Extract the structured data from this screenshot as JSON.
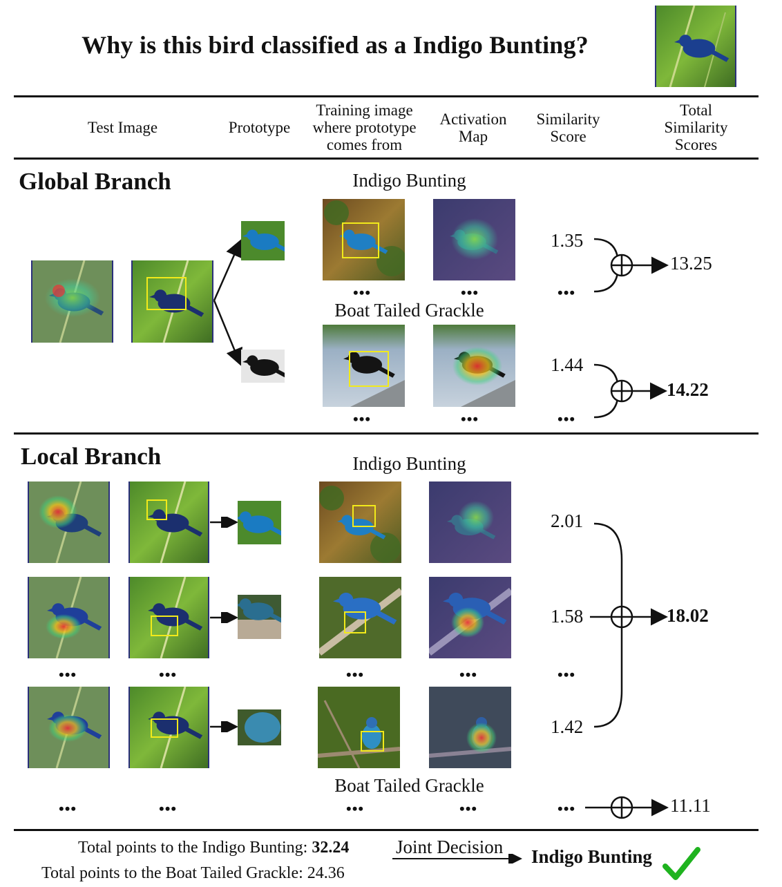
{
  "title": "Why is this bird classified as a Indigo Bunting?",
  "headers": {
    "test_image": "Test Image",
    "prototype": "Prototype",
    "training_image": [
      "Training image",
      "where prototype",
      "comes from"
    ],
    "activation_map": [
      "Activation",
      "Map"
    ],
    "similarity_score": [
      "Similarity",
      "Score"
    ],
    "total_scores": [
      "Total",
      "Similarity",
      "Scores"
    ]
  },
  "global_branch": {
    "label": "Global Branch",
    "classes": [
      {
        "name": "Indigo Bunting",
        "score": "1.35",
        "total": "13.25",
        "total_bold": false
      },
      {
        "name": "Boat Tailed Grackle",
        "score": "1.44",
        "total": "14.22",
        "total_bold": true
      }
    ]
  },
  "local_branch": {
    "label": "Local Branch",
    "class1_name": "Indigo Bunting",
    "scores": [
      "2.01",
      "1.58",
      "1.42"
    ],
    "total": "18.02",
    "class2_name": "Boat Tailed Grackle",
    "class2_total": "11.11"
  },
  "ellipsis": "•••",
  "footer": {
    "indigo_label": "Total points to the Indigo Bunting: ",
    "indigo_points": "32.24",
    "grackle_label": "Total points to the Boat Tailed Grackle: ",
    "grackle_points": "24.36",
    "joint_decision": "Joint Decision",
    "result": "Indigo Bunting"
  },
  "colors": {
    "rule": "#111111",
    "box": "#f2ea1a",
    "check": "#1fb31f",
    "bunting": "#1b4fa6",
    "grackle": "#141414"
  }
}
